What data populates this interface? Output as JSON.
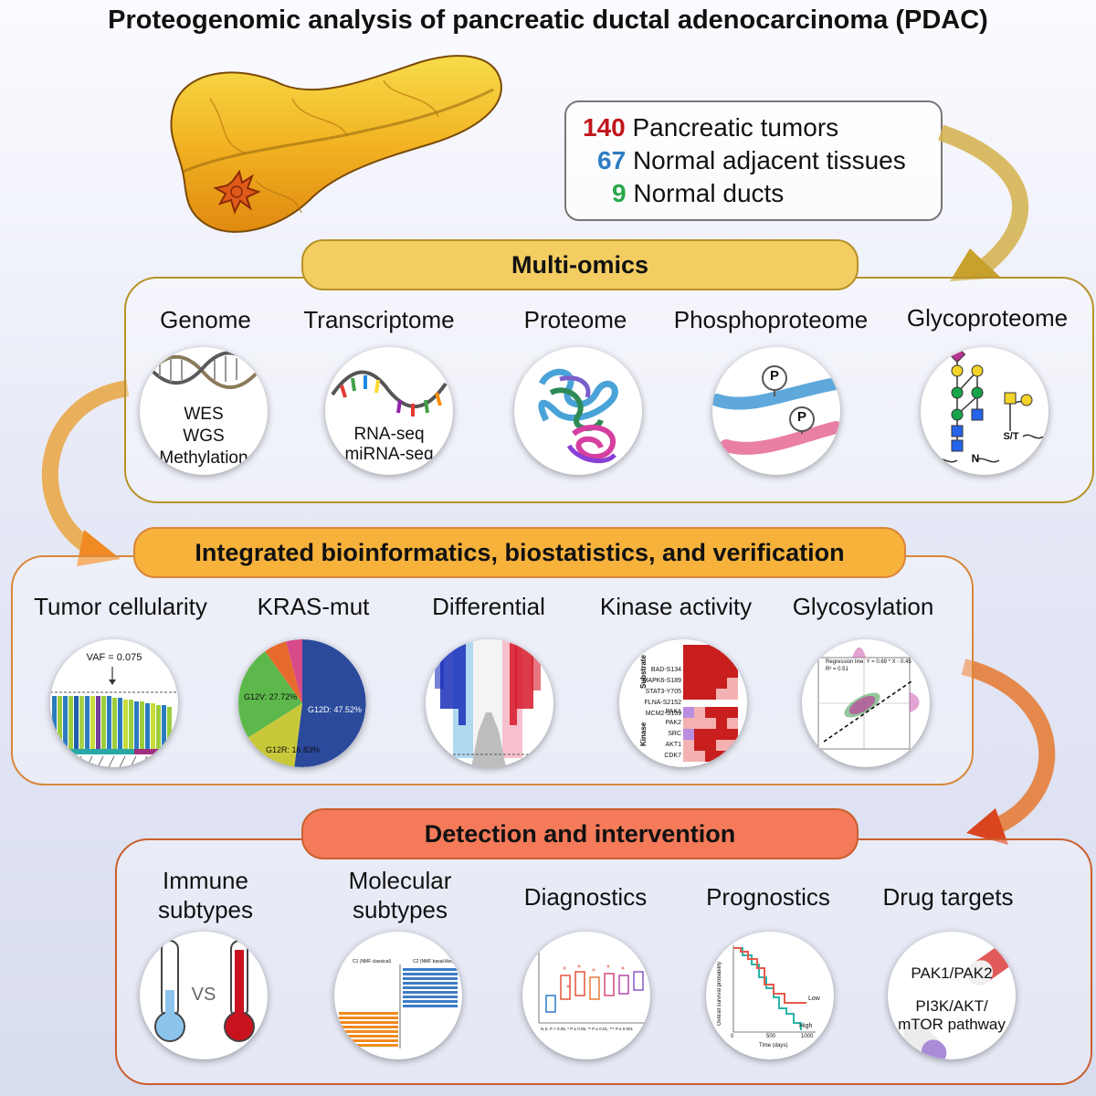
{
  "title": "Proteogenomic analysis of pancreatic ductal adenocarcinoma (PDAC)",
  "samples": [
    {
      "count": "140",
      "label": "Pancreatic tumors",
      "color": "#c0161c"
    },
    {
      "count": "67",
      "label": "Normal adjacent tissues",
      "color": "#2e7cc2"
    },
    {
      "count": "9",
      "label": "Normal ducts",
      "color": "#2aa64a"
    }
  ],
  "multiomics": {
    "header": "Multi-omics",
    "items": [
      {
        "label": "Genome",
        "text": [
          "WES",
          "WGS",
          "Methylation"
        ]
      },
      {
        "label": "Transcriptome",
        "text": [
          "RNA-seq",
          "miRNA-seq"
        ]
      },
      {
        "label": "Proteome"
      },
      {
        "label": "Phosphoproteome",
        "glyph": "P"
      },
      {
        "label": "Glycoproteome",
        "n_label": "N",
        "st_label": "S/T"
      }
    ]
  },
  "integrated": {
    "header": "Integrated bioinformatics, biostatistics, and verification",
    "items": [
      {
        "label": "Tumor cellularity",
        "annotation": "VAF = 0.075"
      },
      {
        "label": "KRAS-mut",
        "slices": [
          "G12D: 47.52%",
          "G12V: 27.72%",
          "G12R: 16.83%"
        ]
      },
      {
        "label": "Differential"
      },
      {
        "label": "Kinase activity",
        "group_labels": [
          "Substrate",
          "Kinase"
        ],
        "substrates": [
          "BAD-S134",
          "MAPK6-S189",
          "STAT3-Y705",
          "FLNA-S2152",
          "MCM2-S139"
        ],
        "kinases": [
          "PAK1",
          "PAK2",
          "SRC",
          "AKT1",
          "CDK7"
        ]
      },
      {
        "label": "Glycosylation",
        "regression": "Regression line: Y = 0.69 * X - 0.45",
        "r2": "R² = 0.51"
      }
    ]
  },
  "detection": {
    "header": "Detection and intervention",
    "items": [
      {
        "label": [
          "Immune",
          "subtypes"
        ],
        "vs": "VS"
      },
      {
        "label": [
          "Molecular",
          "subtypes"
        ],
        "col1": "C1 (NMF classical)",
        "col2": "C2 (NMF basal-like)"
      },
      {
        "label": [
          "Diagnostics"
        ],
        "stats": "N.S. P > 0.05, * P ≤ 0.05, ** P ≤ 0.01, *** P ≤ 0.001"
      },
      {
        "label": [
          "Prognostics"
        ],
        "ylab": "Overall survival probability",
        "xlab": "Time (days)",
        "ticks": [
          "0",
          "500",
          "1000"
        ],
        "low": "Low",
        "high": "High"
      },
      {
        "label": [
          "Drug targets"
        ],
        "t1": "PAK1/PAK2",
        "t2": "PI3K/AKT/",
        "t3": "mTOR pathway"
      }
    ]
  },
  "colors": {
    "multiomics_border": "#b8922a",
    "multiomics_fill": "#f3cd62",
    "integrated_border": "#d9873a",
    "integrated_fill": "#f7b23c",
    "detection_border": "#c9602f",
    "detection_fill": "#f47a5a"
  }
}
